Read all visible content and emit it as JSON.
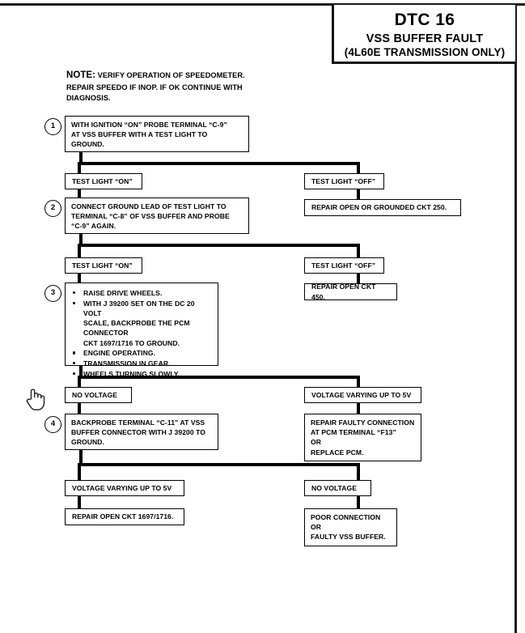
{
  "document": {
    "title_code": "DTC 16",
    "title_fault": "VSS BUFFER FAULT",
    "title_scope": "(4L60E TRANSMISSION ONLY)"
  },
  "note": {
    "keyword": "NOTE:",
    "line1": "VERIFY OPERATION OF SPEEDOMETER.",
    "line2": "REPAIR SPEEDO IF INOP.  IF OK CONTINUE WITH",
    "line3": "DIAGNOSIS."
  },
  "steps": {
    "s1": {
      "number": "1",
      "line1": "WITH IGNITION “ON” PROBE TERMINAL “C-9”",
      "line2": "AT VSS BUFFER WITH A TEST LIGHT TO",
      "line3": "GROUND."
    },
    "s2": {
      "number": "2",
      "line1": "CONNECT GROUND LEAD OF TEST LIGHT TO",
      "line2": "TERMINAL “C-8” OF VSS BUFFER AND PROBE",
      "line3": "“C-9” AGAIN."
    },
    "s3": {
      "number": "3",
      "b1": "RAISE DRIVE WHEELS.",
      "b2": "WITH J 39200 SET ON THE DC 20 VOLT",
      "b2b": "SCALE, BACKPROBE THE PCM CONNECTOR",
      "b2c": "CKT 1697/1716 TO GROUND.",
      "b3": "ENGINE OPERATING.",
      "b4": "TRANSMISSION IN GEAR.",
      "b5": "WHEELS TURNING SLOWLY."
    },
    "s4": {
      "number": "4",
      "line1": "BACKPROBE TERMINAL “C-11” AT VSS",
      "line2": "BUFFER CONNECTOR WITH J 39200 TO",
      "line3": "GROUND."
    }
  },
  "branches": {
    "test_light_on_1": "TEST LIGHT “ON”",
    "test_light_off_1": "TEST LIGHT “OFF”",
    "test_light_on_2": "TEST LIGHT “ON”",
    "test_light_off_2": "TEST LIGHT “OFF”",
    "no_voltage_1": "NO VOLTAGE",
    "voltage_varying_1": "VOLTAGE VARYING UP TO 5V",
    "voltage_varying_2": "VOLTAGE VARYING UP TO 5V",
    "no_voltage_2": "NO VOLTAGE"
  },
  "results": {
    "r1": "REPAIR OPEN OR GROUNDED CKT 250.",
    "r2": "REPAIR OPEN CKT 450.",
    "r3": {
      "line1": "REPAIR FAULTY CONNECTION",
      "line2": "AT PCM TERMINAL “F13”",
      "line3": "OR",
      "line4": "REPLACE PCM."
    },
    "r4": "REPAIR OPEN CKT 1697/1716.",
    "r5": {
      "line1": "POOR CONNECTION",
      "line2": "OR",
      "line3": "FAULTY VSS BUFFER."
    }
  },
  "cursor": {
    "icon": "pointing-hand-cursor"
  }
}
